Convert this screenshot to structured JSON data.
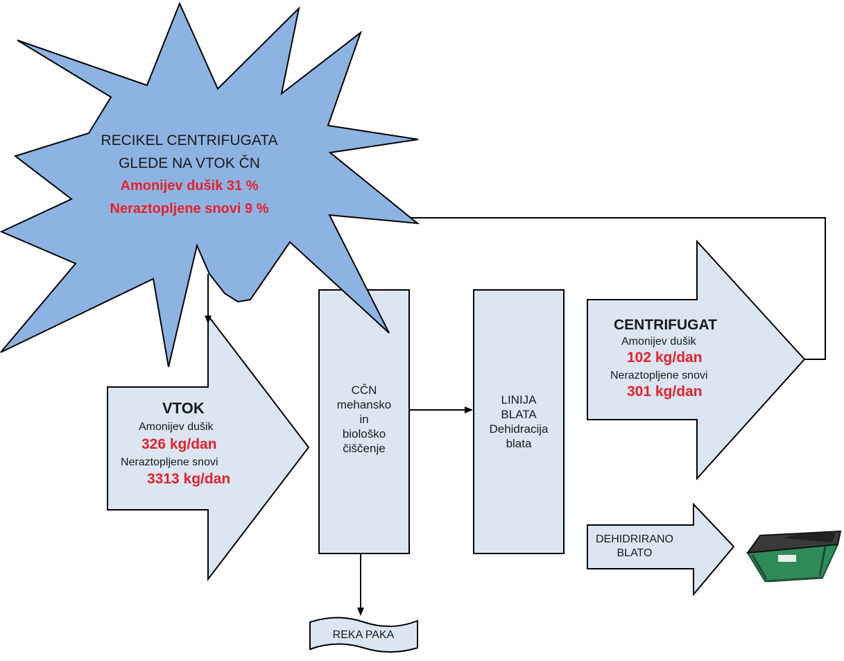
{
  "colors": {
    "block_fill": "#dce6f2",
    "star_fill": "#8db3e2",
    "stroke": "#000000",
    "highlight": "#e8202a",
    "container_green": "#2e8b57"
  },
  "recycle": {
    "line1": "RECIKEL CENTRIFUGATA",
    "line2": "GLEDE NA VTOK ČN",
    "ammonia": "Amonijev dušik 31 %",
    "solids": "Neraztopljene snovi 9 %"
  },
  "inflow": {
    "title": "VTOK",
    "ammonia_label": "Amonijev dušik",
    "ammonia_value": "326 kg/dan",
    "solids_label": "Neraztopljene snovi",
    "solids_value": "3313 kg/dan"
  },
  "plant": {
    "line1": "CČN",
    "line2": "mehansko",
    "line3": "in",
    "line4": "biološko",
    "line5": "čiščenje"
  },
  "sludge_line": {
    "line1": "LINIJA",
    "line2": "BLATA",
    "line3": "Dehidracija",
    "line4": "blata"
  },
  "centrate": {
    "title": "CENTRIFUGAT",
    "ammonia_label": "Amonijev dušik",
    "ammonia_value": "102 kg/dan",
    "solids_label": "Neraztopljene snovi",
    "solids_value": "301 kg/dan"
  },
  "dewatered": {
    "line1": "DEHIDRIRANO",
    "line2": "BLATO"
  },
  "river": {
    "label": "REKA PAKA"
  },
  "container_icon": "skip-container-icon"
}
